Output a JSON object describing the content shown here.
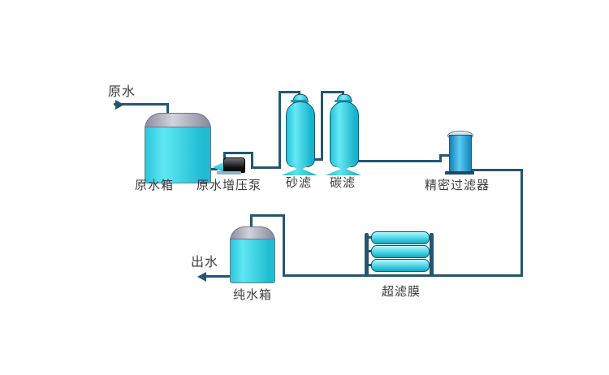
{
  "labels": {
    "inlet": "原水",
    "raw_tank": "原水箱",
    "booster_pump": "原水增压泵",
    "sand_filter": "砂滤",
    "carbon_filter": "碳滤",
    "precision_filter": "精密过滤器",
    "uf_membrane": "超滤膜",
    "pure_tank": "纯水箱",
    "outlet": "出水"
  },
  "flow_order": [
    "原水",
    "原水箱",
    "原水增压泵",
    "砂滤",
    "碳滤",
    "精密过滤器",
    "超滤膜",
    "纯水箱",
    "出水"
  ],
  "colors": {
    "pipe": "#25566f",
    "tank_body_cyan": "#3bd2e5",
    "tank_dome_gray": "#a5a3b2",
    "vessel_cyan": "#2fcde2",
    "membrane_cyan": "#58ddec",
    "precision_blue": "#2da2dc",
    "pump_dark": "#1d1d1f",
    "label_text": "#3c3c3c",
    "background": "#ffffff"
  }
}
